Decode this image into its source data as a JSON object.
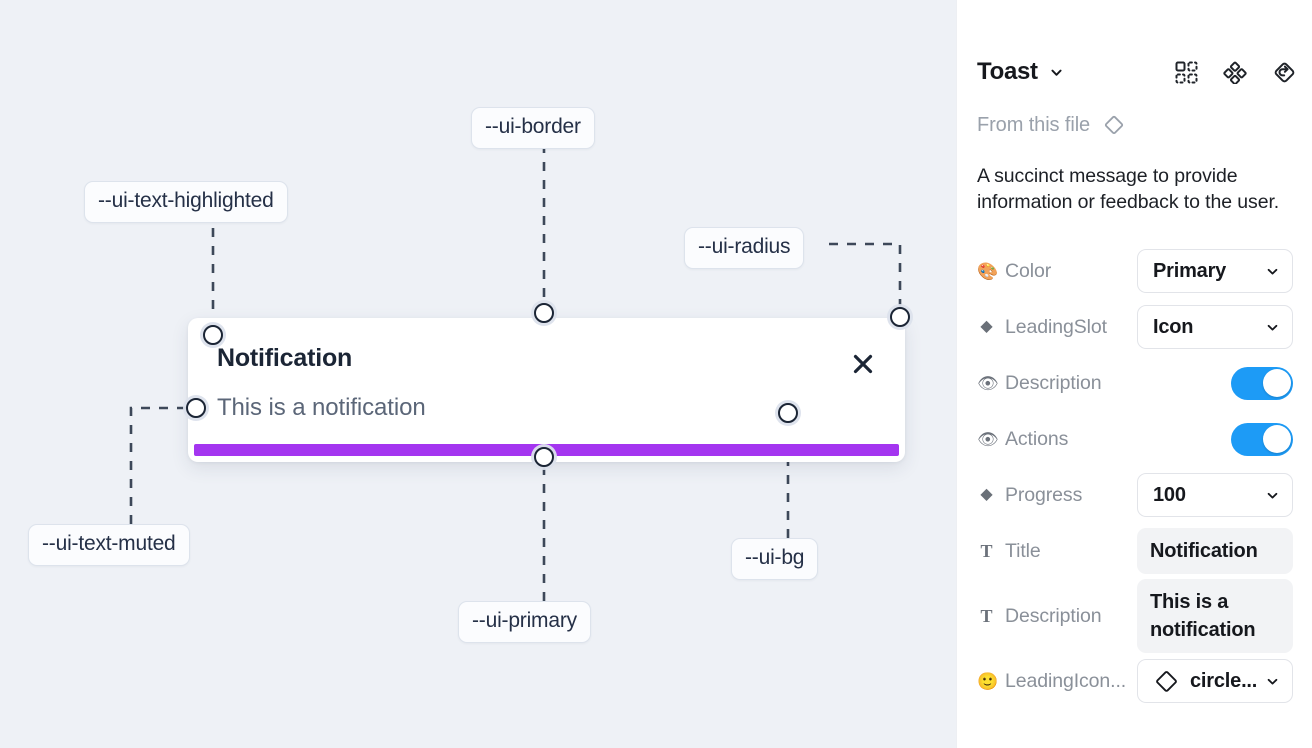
{
  "canvas": {
    "background_color": "#eef1f6",
    "toast": {
      "title": "Notification",
      "description": "This is a notification",
      "close_icon": "close-x-icon",
      "progress_color": "#a435f0",
      "background_color": "#ffffff"
    },
    "tokens": [
      {
        "label": "--ui-text-highlighted",
        "name": "token-chip-ui-text-highlighted"
      },
      {
        "label": "--ui-border",
        "name": "token-chip-ui-border"
      },
      {
        "label": "--ui-radius",
        "name": "token-chip-ui-radius"
      },
      {
        "label": "--ui-text-muted",
        "name": "token-chip-ui-text-muted"
      },
      {
        "label": "--ui-primary",
        "name": "token-chip-ui-primary"
      },
      {
        "label": "--ui-bg",
        "name": "token-chip-ui-bg"
      }
    ]
  },
  "panel": {
    "title": "Toast",
    "title_caret_icon": "chevron-down-icon",
    "header_icons": [
      {
        "name": "variants-grid-icon"
      },
      {
        "name": "component-diamonds-icon"
      },
      {
        "name": "reset-overrides-icon"
      }
    ],
    "from_this_file": {
      "label": "From this file",
      "icon": "diamond-outline-icon"
    },
    "description": "A succinct message to provide information or feedback to the user.",
    "properties": [
      {
        "icon": "palette-emoji",
        "emoji": "🎨",
        "label": "Color",
        "control": "select",
        "value": "Primary"
      },
      {
        "icon": "diamond-icon",
        "emoji": "◆",
        "label": "LeadingSlot",
        "control": "select",
        "value": "Icon"
      },
      {
        "icon": "eye-emoji",
        "emoji": "👁",
        "label": "Description",
        "control": "toggle",
        "value": "on"
      },
      {
        "icon": "eye-emoji",
        "emoji": "👁",
        "label": "Actions",
        "control": "toggle",
        "value": "on"
      },
      {
        "icon": "diamond-icon",
        "emoji": "◆",
        "label": "Progress",
        "control": "select",
        "value": "100"
      },
      {
        "icon": "text-t-icon",
        "emoji": "T",
        "label": "Title",
        "control": "text",
        "value": "Notification"
      },
      {
        "icon": "text-t-icon",
        "emoji": "T",
        "label": "Description",
        "control": "text",
        "value": "This is a notification"
      },
      {
        "icon": "smiley-emoji",
        "emoji": "🙂",
        "label": "LeadingIcon...",
        "control": "icon-select",
        "value": "circle..."
      }
    ],
    "toggle_on_color": "#1d9bf6"
  }
}
